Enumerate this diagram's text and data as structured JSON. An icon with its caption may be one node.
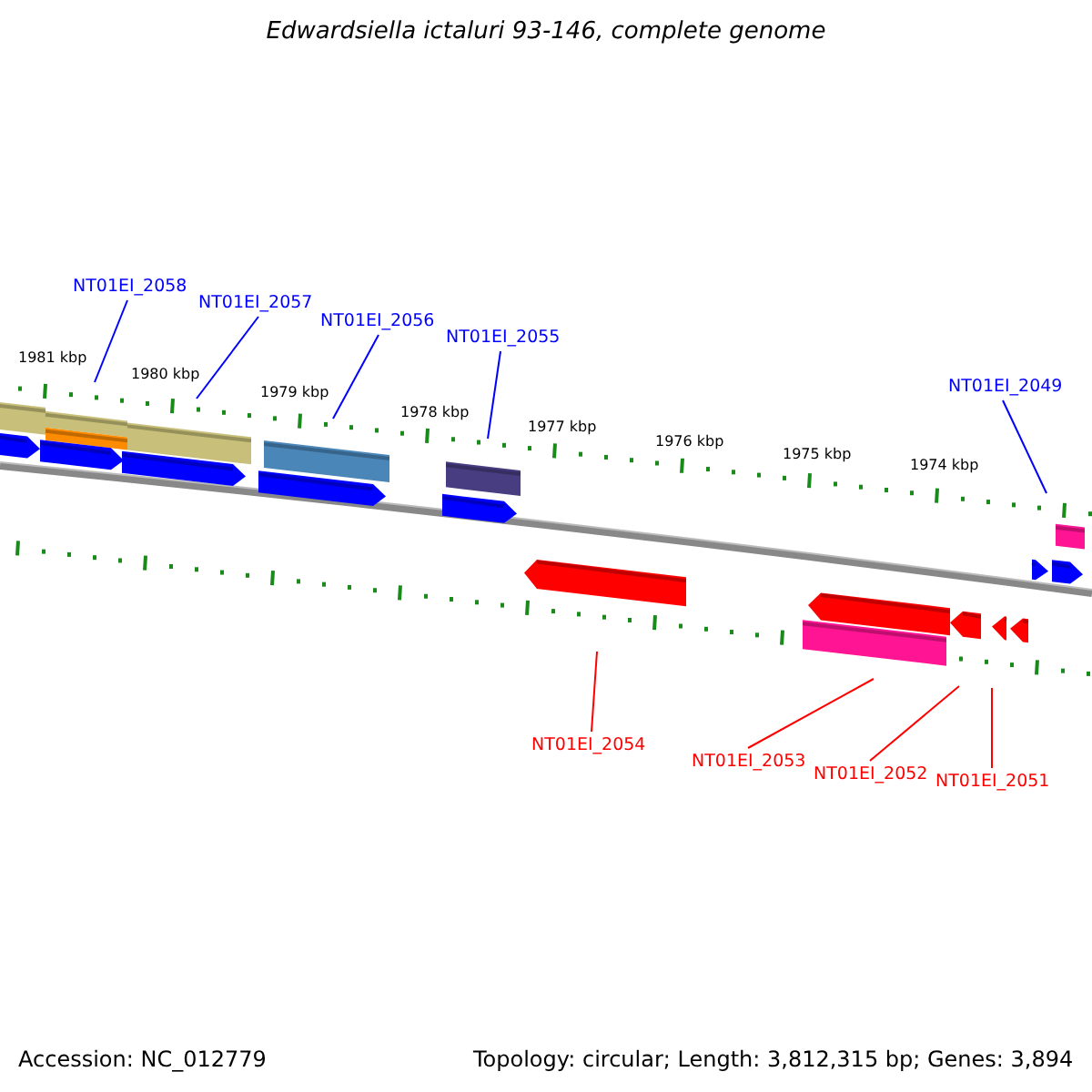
{
  "diagram": {
    "title": "Edwardsiella ictaluri 93-146, complete genome",
    "nodes": [
      {
        "text": [
          "NT01EI_2058"
        ]
      },
      {
        "text": [
          "NT01EI_2057"
        ]
      },
      {
        "text": [
          "NT01EI_2056"
        ]
      },
      {
        "text": [
          "NT01EI_2055"
        ]
      },
      {
        "text": [
          "NT01EI_2049"
        ]
      },
      {
        "text": [
          "NT01EI_2054"
        ]
      },
      {
        "text": [
          "NT01EI_2053"
        ]
      },
      {
        "text": [
          "NT01EI_2052"
        ]
      },
      {
        "text": [
          "NT01EI_2051"
        ]
      }
    ],
    "edges": [
      {
        "from": 0,
        "to": null,
        "arrow": "none"
      },
      {
        "from": 1,
        "to": null,
        "arrow": "none"
      },
      {
        "from": 2,
        "to": null,
        "arrow": "none"
      },
      {
        "from": 3,
        "to": null,
        "arrow": "none"
      },
      {
        "from": 4,
        "to": null,
        "arrow": "none"
      },
      {
        "from": 5,
        "to": null,
        "arrow": "none",
        "color": "#ff0000"
      },
      {
        "from": 6,
        "to": null,
        "arrow": "none",
        "color": "#ff0000"
      },
      {
        "from": 7,
        "to": null,
        "arrow": "none",
        "color": "#ff0000"
      },
      {
        "from": 8,
        "to": null,
        "arrow": "none",
        "color": "#ff0000"
      }
    ],
    "labels": [
      "1981 kbp",
      "1980 kbp",
      "1979 kbp",
      "1978 kbp",
      "1977 kbp",
      "1976 kbp",
      "1975 kbp",
      "1974 kbp",
      "Accession: NC_012779",
      "Topology: circular; Length: 3,812,315 bp; Genes: 3,894"
    ]
  }
}
